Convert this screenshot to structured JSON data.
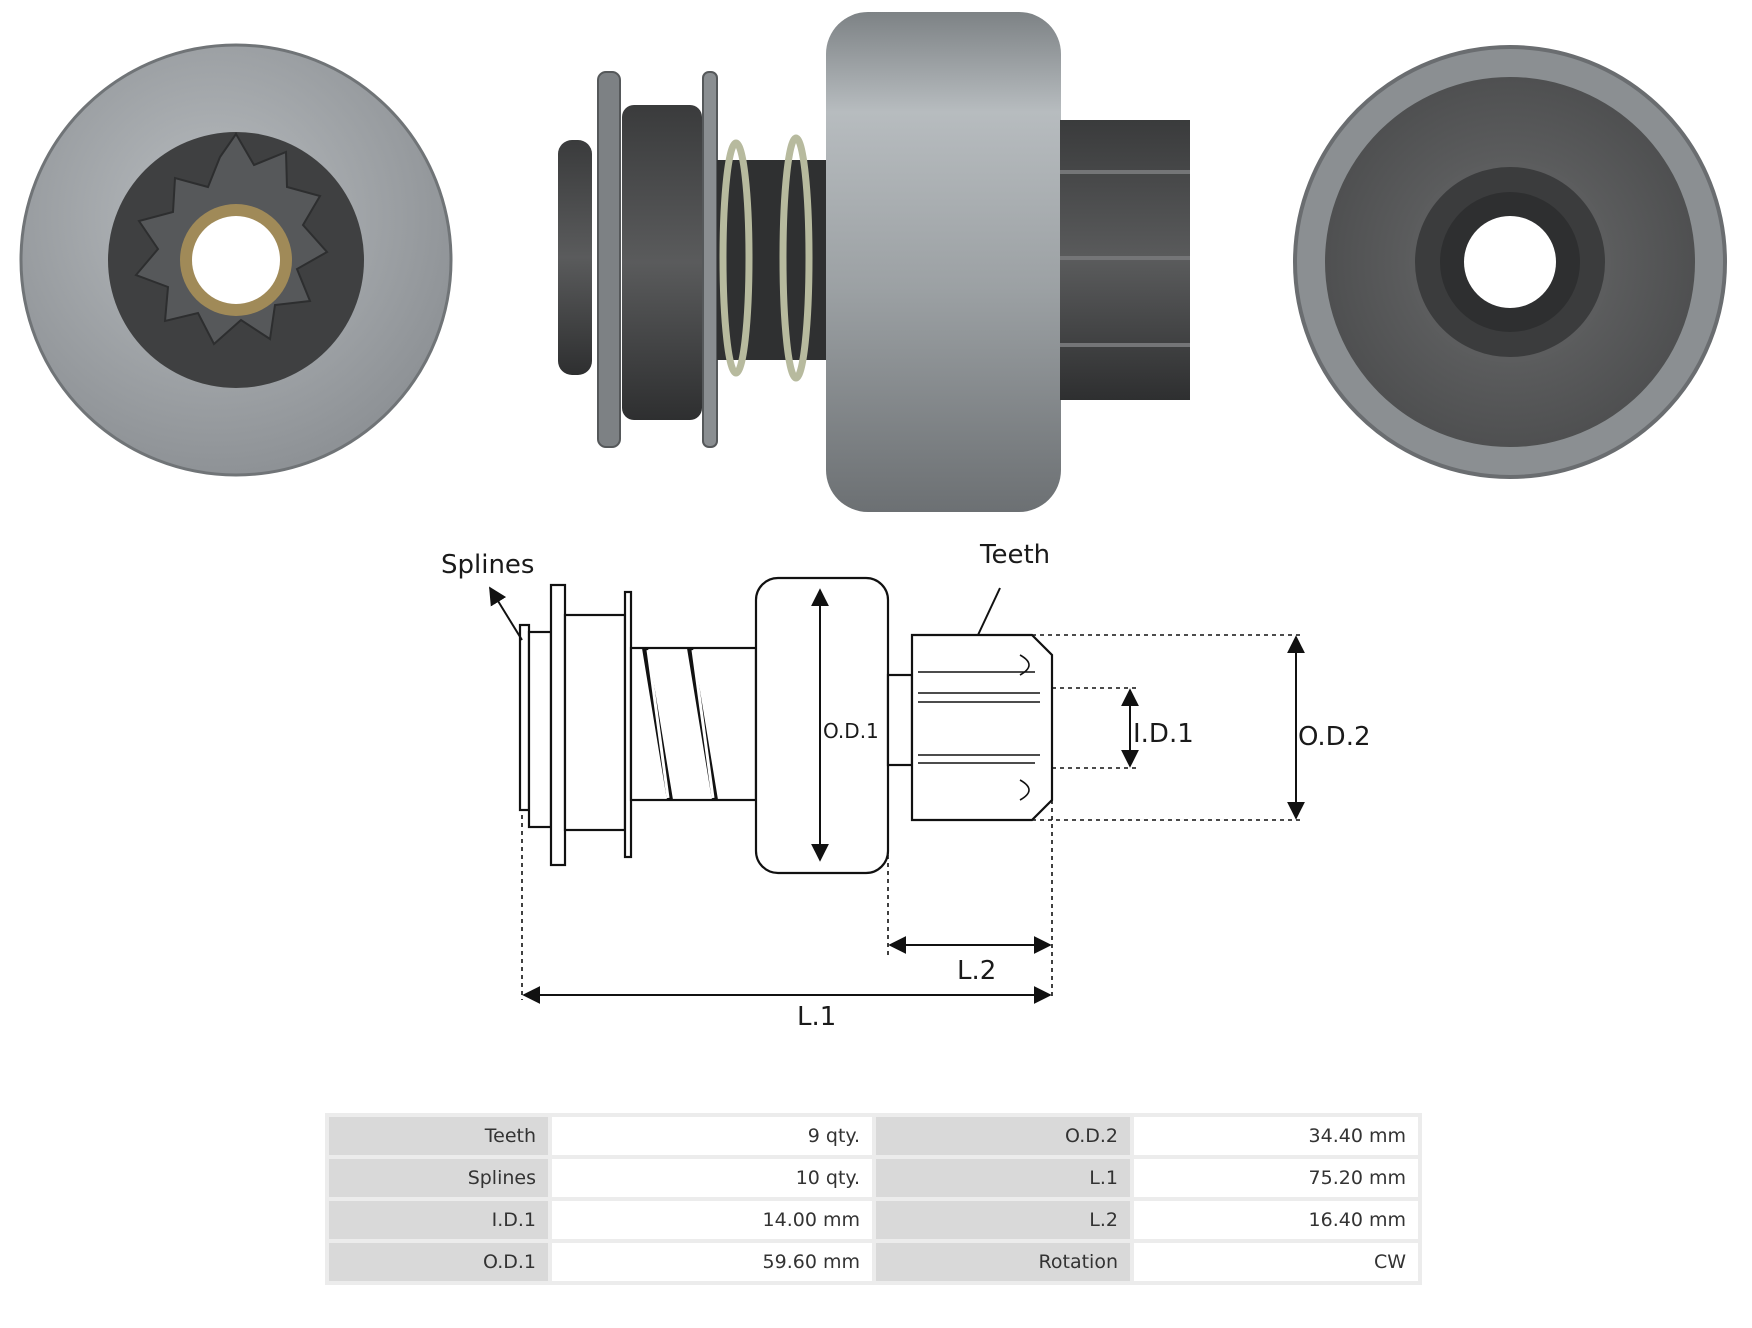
{
  "diagram": {
    "callouts": {
      "splines": "Splines",
      "teeth": "Teeth"
    },
    "dimensions": {
      "od1": "O.D.1",
      "id1": "I.D.1",
      "od2": "O.D.2",
      "l1": "L.1",
      "l2": "L.2"
    }
  },
  "specs": {
    "rows": [
      {
        "left_label": "Teeth",
        "left_value": "9 qty.",
        "right_label": "O.D.2",
        "right_value": "34.40 mm"
      },
      {
        "left_label": "Splines",
        "left_value": "10 qty.",
        "right_label": "L.1",
        "right_value": "75.20 mm"
      },
      {
        "left_label": "I.D.1",
        "left_value": "14.00 mm",
        "right_label": "L.2",
        "right_value": "16.40 mm"
      },
      {
        "left_label": "O.D.1",
        "left_value": "59.60 mm",
        "right_label": "Rotation",
        "right_value": "CW"
      }
    ]
  },
  "colors": {
    "metal_light": "#a9adb0",
    "metal_dark": "#4a4b4c",
    "table_label_bg": "#d9d9d9"
  }
}
